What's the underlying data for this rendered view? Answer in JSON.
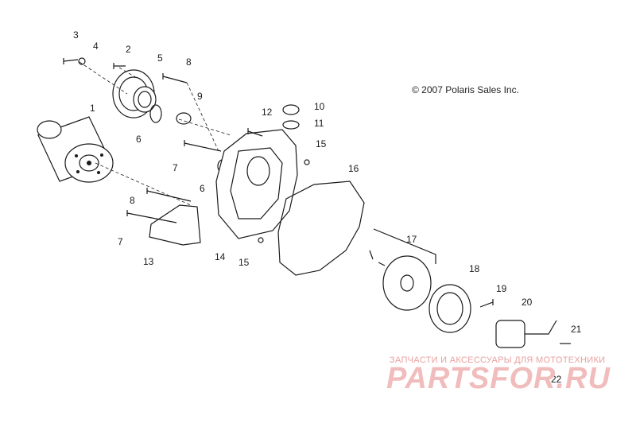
{
  "copyright": "© 2007 Polaris Sales Inc.",
  "watermark": {
    "tagline": "ЗАПЧАСТИ И АКСЕССУАРЫ ДЛЯ МОТОТЕХНИКИ",
    "brand": "PARTSFOR.RU"
  },
  "callouts": [
    "1",
    "2",
    "3",
    "4",
    "5",
    "6",
    "7",
    "8",
    "9",
    "10",
    "11",
    "12",
    "13",
    "14",
    "15",
    "16",
    "17",
    "18",
    "19",
    "20",
    "21",
    "22"
  ],
  "colors": {
    "line": "#1a1a1a",
    "watermark": "#f1bcbc"
  }
}
